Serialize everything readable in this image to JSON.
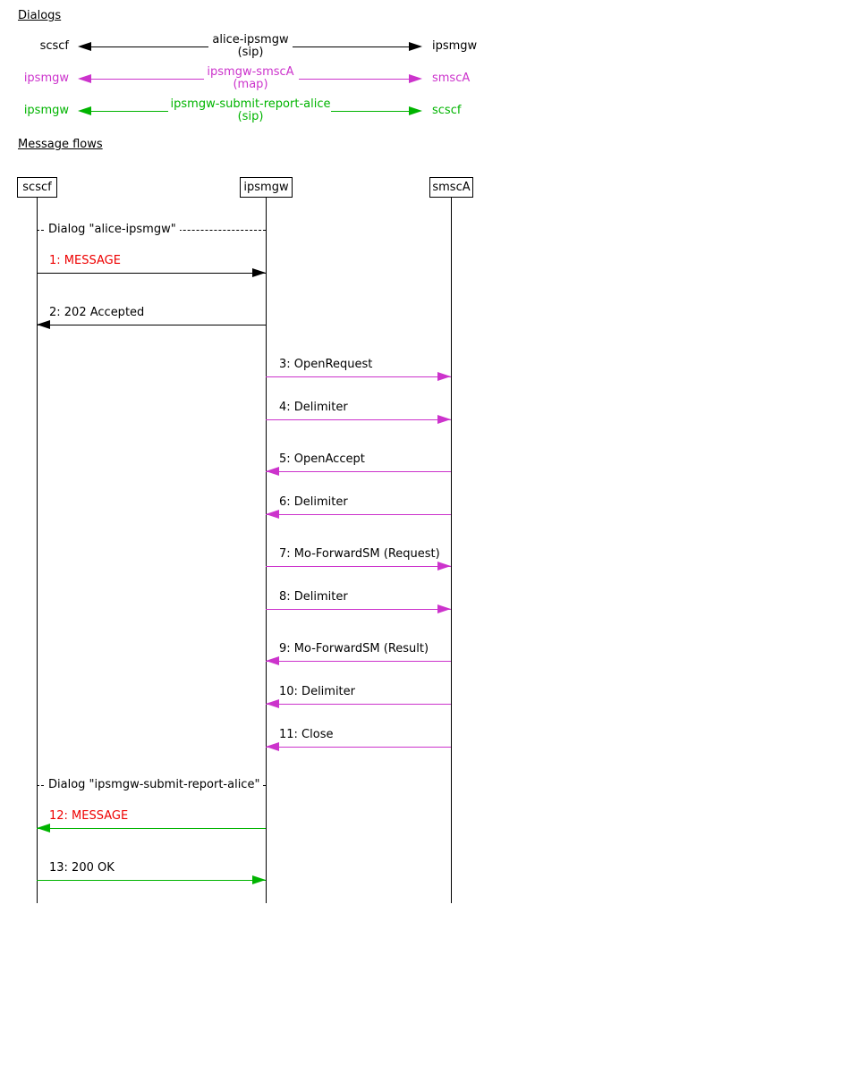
{
  "colors": {
    "black": "#000000",
    "magenta": "#cc33cc",
    "green": "#00b400",
    "red": "#ee0000"
  },
  "headings": {
    "dialogs": "Dialogs",
    "message_flows": "Message flows"
  },
  "dialogs": [
    {
      "left_entity": "scscf",
      "right_entity": "ipsmgw",
      "name": "alice-ipsmgw",
      "protocol": "(sip)",
      "color": "black"
    },
    {
      "left_entity": "ipsmgw",
      "right_entity": "smscA",
      "name": "ipsmgw-smscA",
      "protocol": "(map)",
      "color": "magenta"
    },
    {
      "left_entity": "ipsmgw",
      "right_entity": "scscf",
      "name": "ipsmgw-submit-report-alice",
      "protocol": "(sip)",
      "color": "green"
    }
  ],
  "message_flows": {
    "entities": [
      {
        "label": "scscf"
      },
      {
        "label": "ipsmgw"
      },
      {
        "label": "smscA"
      }
    ],
    "separators": [
      {
        "label": "Dialog \"alice-ipsmgw\""
      },
      {
        "label": "Dialog \"ipsmgw-submit-report-alice\""
      }
    ],
    "messages": [
      {
        "label": "1: MESSAGE",
        "from": "scscf",
        "to": "ipsmgw",
        "arrow_color": "black",
        "label_color": "red"
      },
      {
        "label": "2: 202 Accepted",
        "from": "ipsmgw",
        "to": "scscf",
        "arrow_color": "black",
        "label_color": "black"
      },
      {
        "label": "3: OpenRequest",
        "from": "ipsmgw",
        "to": "smscA",
        "arrow_color": "magenta",
        "label_color": "black"
      },
      {
        "label": "4: Delimiter",
        "from": "ipsmgw",
        "to": "smscA",
        "arrow_color": "magenta",
        "label_color": "black"
      },
      {
        "label": "5: OpenAccept",
        "from": "smscA",
        "to": "ipsmgw",
        "arrow_color": "magenta",
        "label_color": "black"
      },
      {
        "label": "6: Delimiter",
        "from": "smscA",
        "to": "ipsmgw",
        "arrow_color": "magenta",
        "label_color": "black"
      },
      {
        "label": "7: Mo-ForwardSM (Request)",
        "from": "ipsmgw",
        "to": "smscA",
        "arrow_color": "magenta",
        "label_color": "black"
      },
      {
        "label": "8: Delimiter",
        "from": "ipsmgw",
        "to": "smscA",
        "arrow_color": "magenta",
        "label_color": "black"
      },
      {
        "label": "9: Mo-ForwardSM (Result)",
        "from": "smscA",
        "to": "ipsmgw",
        "arrow_color": "magenta",
        "label_color": "black"
      },
      {
        "label": "10: Delimiter",
        "from": "smscA",
        "to": "ipsmgw",
        "arrow_color": "magenta",
        "label_color": "black"
      },
      {
        "label": "11: Close",
        "from": "smscA",
        "to": "ipsmgw",
        "arrow_color": "magenta",
        "label_color": "black"
      },
      {
        "label": "12: MESSAGE",
        "from": "ipsmgw",
        "to": "scscf",
        "arrow_color": "green",
        "label_color": "red"
      },
      {
        "label": "13: 200 OK",
        "from": "scscf",
        "to": "ipsmgw",
        "arrow_color": "green",
        "label_color": "black"
      }
    ]
  }
}
